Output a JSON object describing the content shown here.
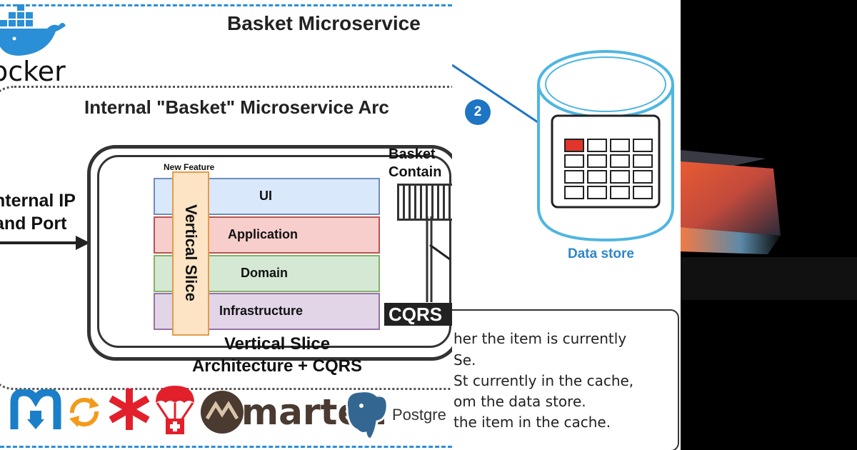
{
  "left": {
    "title": "Basket Microservice",
    "docker_text": "ocker",
    "internal_title": "Internal \"Basket\" Microservice Arc",
    "ip_label_line1": "nternal IP",
    "ip_label_line2": "and Port",
    "new_feature": "New Feature",
    "vertical_slice": "Vertical Slice",
    "layers": [
      "UI",
      "Application",
      "Domain",
      "Infrastructure"
    ],
    "basket_container_line1": "Basket",
    "basket_container_line2": "Contain",
    "cqrs": "CQRS",
    "vsa_line1": "Vertical Slice",
    "vsa_line2": "Architecture + CQRS",
    "marten": "marten",
    "postgres": "Postgre"
  },
  "middle": {
    "badge": "2",
    "data_store_label": "Data store",
    "text_lines": [
      "her the item is currently",
      "e.",
      "t currently in the cache,",
      "om the data store.",
      "the item in the cache."
    ],
    "icon_glyphs": [
      "S",
      "S"
    ]
  },
  "colors": {
    "dash_blue": "#2b8fd8",
    "ui_fill": "#dae8fc",
    "app_fill": "#f8cecc",
    "domain_fill": "#d5e8d4",
    "infra_fill": "#e1d5e7",
    "slice_fill": "#fde4c4",
    "db_blue": "#2f86c8",
    "db_red_cell": "#e0352b"
  }
}
